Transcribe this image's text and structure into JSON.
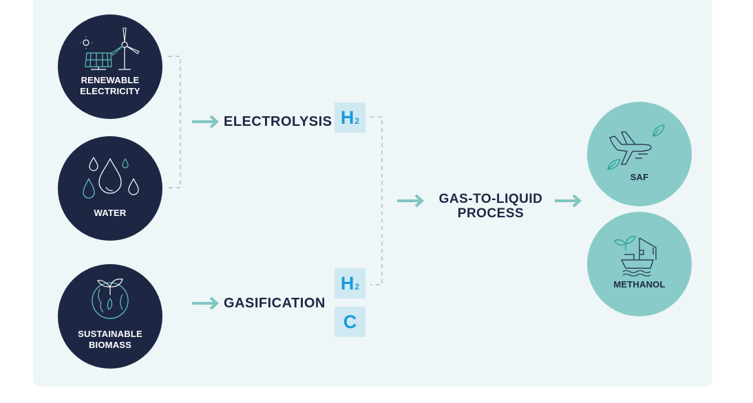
{
  "inputs": [
    {
      "label_lines": [
        "RENEWABLE",
        "ELECTRICITY"
      ],
      "icon": "solar-wind-icon"
    },
    {
      "label_lines": [
        "WATER"
      ],
      "icon": "water-drops-icon"
    },
    {
      "label_lines": [
        "SUSTAINABLE",
        "BIOMASS"
      ],
      "icon": "globe-sprout-icon"
    }
  ],
  "processes": {
    "electrolysis": "ELECTROLYSIS",
    "gasification": "GASIFICATION",
    "gtl_lines": [
      "GAS-TO-LIQUID",
      "PROCESS"
    ]
  },
  "molecules": {
    "h2_symbol": "H",
    "h2_sub": "2",
    "c_symbol": "C"
  },
  "outputs": [
    {
      "label": "SAF",
      "icon": "airplane-leaf-icon"
    },
    {
      "label": "METHANOL",
      "icon": "ship-crane-icon"
    }
  ],
  "colors": {
    "navy": "#1d2744",
    "teal": "#88cbc8",
    "arrow": "#7fc5c1",
    "molecule": "#1a9ad6",
    "panel": "#eef6f7"
  }
}
